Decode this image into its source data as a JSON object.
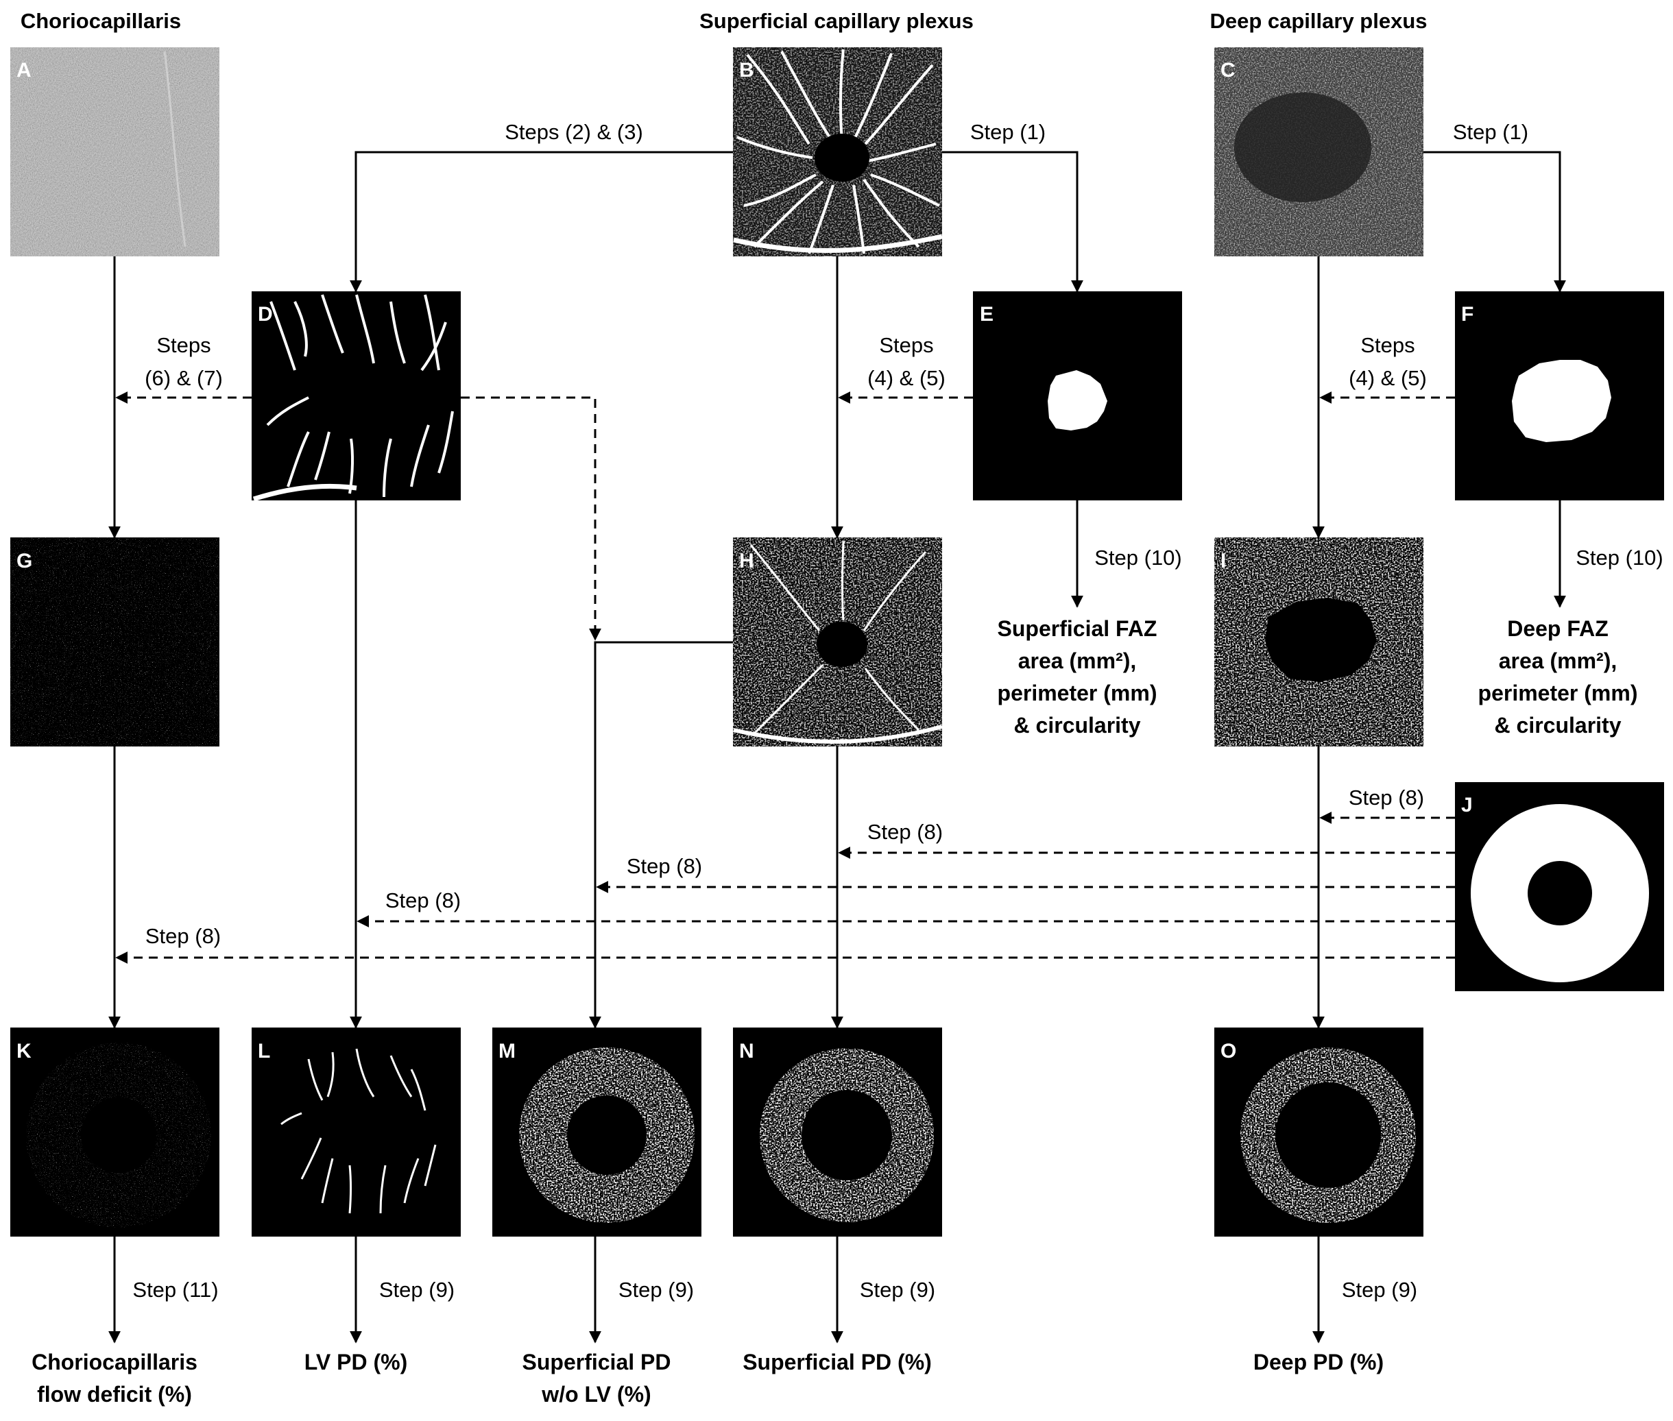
{
  "columns": {
    "choriocapillaris": "Choriocapillaris",
    "superficial": "Superficial capillary plexus",
    "deep": "Deep capillary plexus"
  },
  "panels": [
    "A",
    "B",
    "C",
    "D",
    "E",
    "F",
    "G",
    "H",
    "I",
    "J",
    "K",
    "L",
    "M",
    "N",
    "O"
  ],
  "steps": {
    "s2_3": "Steps (2) & (3)",
    "s1": "Step (1)",
    "steps": "Steps",
    "s6_7": "(6) & (7)",
    "s4_5": "(4) & (5)",
    "s10": "Step (10)",
    "s8": "Step (8)",
    "s9": "Step (9)",
    "s11": "Step (11)"
  },
  "outputs": {
    "sup_faz": [
      "Superficial FAZ",
      "area (mm²),",
      "perimeter (mm)",
      "& circularity"
    ],
    "deep_faz": [
      "Deep FAZ",
      "area (mm²),",
      "perimeter (mm)",
      "& circularity"
    ],
    "cc_fd": [
      "Choriocapillaris",
      "flow deficit (%)"
    ],
    "lv_pd": "LV PD (%)",
    "sup_pd_wo": [
      "Superficial PD",
      "w/o LV (%)"
    ],
    "sup_pd": "Superficial PD (%)",
    "deep_pd": "Deep PD (%)"
  }
}
